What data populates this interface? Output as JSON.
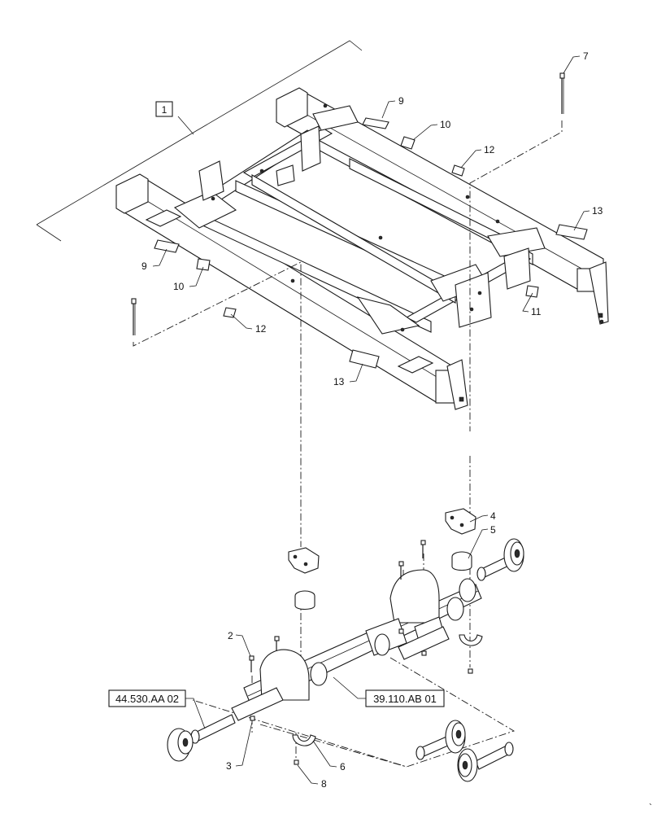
{
  "callouts": {
    "c1": "1",
    "c2": "2",
    "c3": "3",
    "c4": "4",
    "c5": "5",
    "c6": "6",
    "c7": "7",
    "c8": "8",
    "c9a": "9",
    "c9b": "9",
    "c10a": "10",
    "c10b": "10",
    "c11": "11",
    "c12a": "12",
    "c12b": "12",
    "c13a": "13",
    "c13b": "13"
  },
  "references": {
    "axle_ref": "44.530.AA 02",
    "tube_ref": "39.110.AB 01"
  },
  "corner_mark": "`"
}
